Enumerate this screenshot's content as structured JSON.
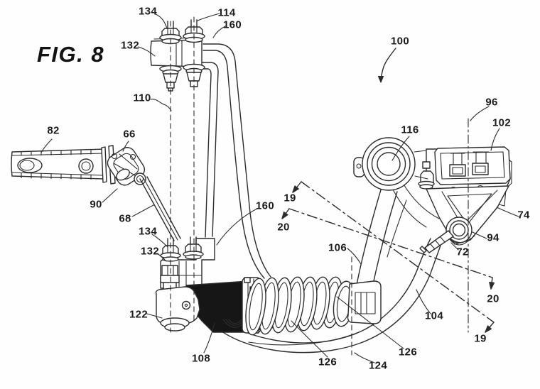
{
  "figure": {
    "title": "FIG. 8"
  },
  "colors": {
    "line": "#2c2c2c",
    "background": "#fefefe",
    "shock_body": "#161616"
  },
  "refs": {
    "r134_top": "134",
    "r114": "114",
    "r160_top": "160",
    "r132_top": "132",
    "r110": "110",
    "r100": "100",
    "r82": "82",
    "r66": "66",
    "r96": "96",
    "r102": "102",
    "r116": "116",
    "r90": "90",
    "r68": "68",
    "r160_mid": "160",
    "r134_lower": "134",
    "r132_lower": "132",
    "r122": "122",
    "r108": "108",
    "r19_upper": "19",
    "r20_upper": "20",
    "r106": "106",
    "r72": "72",
    "r94": "94",
    "r74": "74",
    "r104": "104",
    "r20_right": "20",
    "r19_lower": "19",
    "r126_left": "126",
    "r126_right": "126",
    "r124": "124"
  }
}
